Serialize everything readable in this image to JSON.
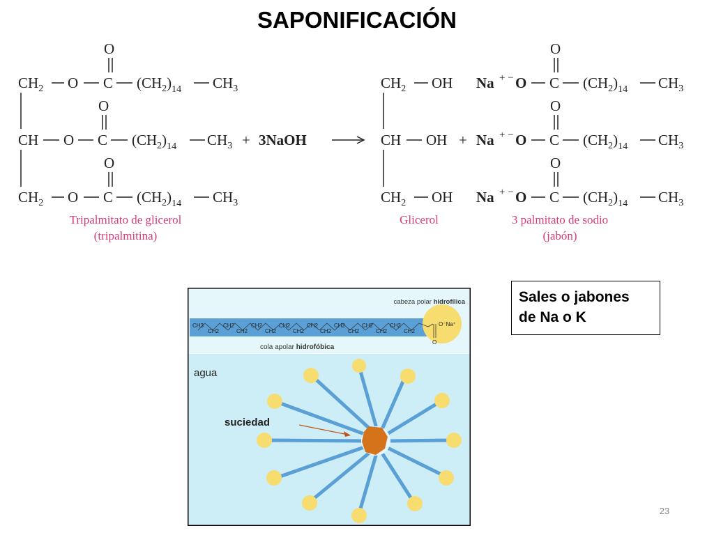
{
  "slide": {
    "title": "SAPONIFICACIÓN",
    "page_number": "23"
  },
  "reaction": {
    "reactant_rows": [
      {
        "left": "CH",
        "left_sub": "2",
        "chain": "(CH",
        "chain_sub_2": "2",
        "chain_sub": "14",
        "end": "CH",
        "end_sub": "3"
      },
      {
        "left": "CH",
        "left_sub": "",
        "chain": "(CH",
        "chain_sub_2": "2",
        "chain_sub": "14",
        "end": "CH",
        "end_sub": "3"
      },
      {
        "left": "CH",
        "left_sub": "2",
        "chain": "(CH",
        "chain_sub_2": "2",
        "chain_sub": "14",
        "end": "CH",
        "end_sub": "3"
      }
    ],
    "oxygen": "O",
    "carbon": "C",
    "plus": "+",
    "reagent": "3NaOH",
    "glycerol_rows": [
      {
        "left": "CH",
        "left_sub": "2",
        "oh": "OH"
      },
      {
        "left": "CH",
        "left_sub": "",
        "oh": "OH"
      },
      {
        "left": "CH",
        "left_sub": "2",
        "oh": "OH"
      }
    ],
    "sodium": "Na",
    "ion_charges": "+ −",
    "reactant_caption_line1": "Tripalmitato de glicerol",
    "reactant_caption_line2": "(tripalmitina)",
    "glycerol_caption": "Glicerol",
    "soap_caption_line1": "3 palmitato de sodio",
    "soap_caption_line2": "(jabón)"
  },
  "micelle": {
    "head_label_prefix": "cabeza polar ",
    "head_label_bold": "hidrofílica",
    "tail_label_prefix": "cola apolar ",
    "tail_label_bold": "hidrofóbica",
    "chain_groups": [
      "CH3",
      "CH2",
      "CH2",
      "CH2",
      "CH2",
      "CH2",
      "CH2",
      "CH2",
      "CH2",
      "CH2",
      "CH2",
      "CH2",
      "CH2",
      "CH2",
      "CH2",
      "CH2"
    ],
    "head_group": "O⁻Na⁺",
    "head_o": "O",
    "water_label": "agua",
    "dirt_label": "suciedad",
    "colors": {
      "tail": "#5aa0d6",
      "head": "#f7dc6f",
      "water": "#cdeef7",
      "dirt": "#d4731a"
    }
  },
  "callout": {
    "line1": "Sales o jabones",
    "line2": "de Na o K"
  }
}
